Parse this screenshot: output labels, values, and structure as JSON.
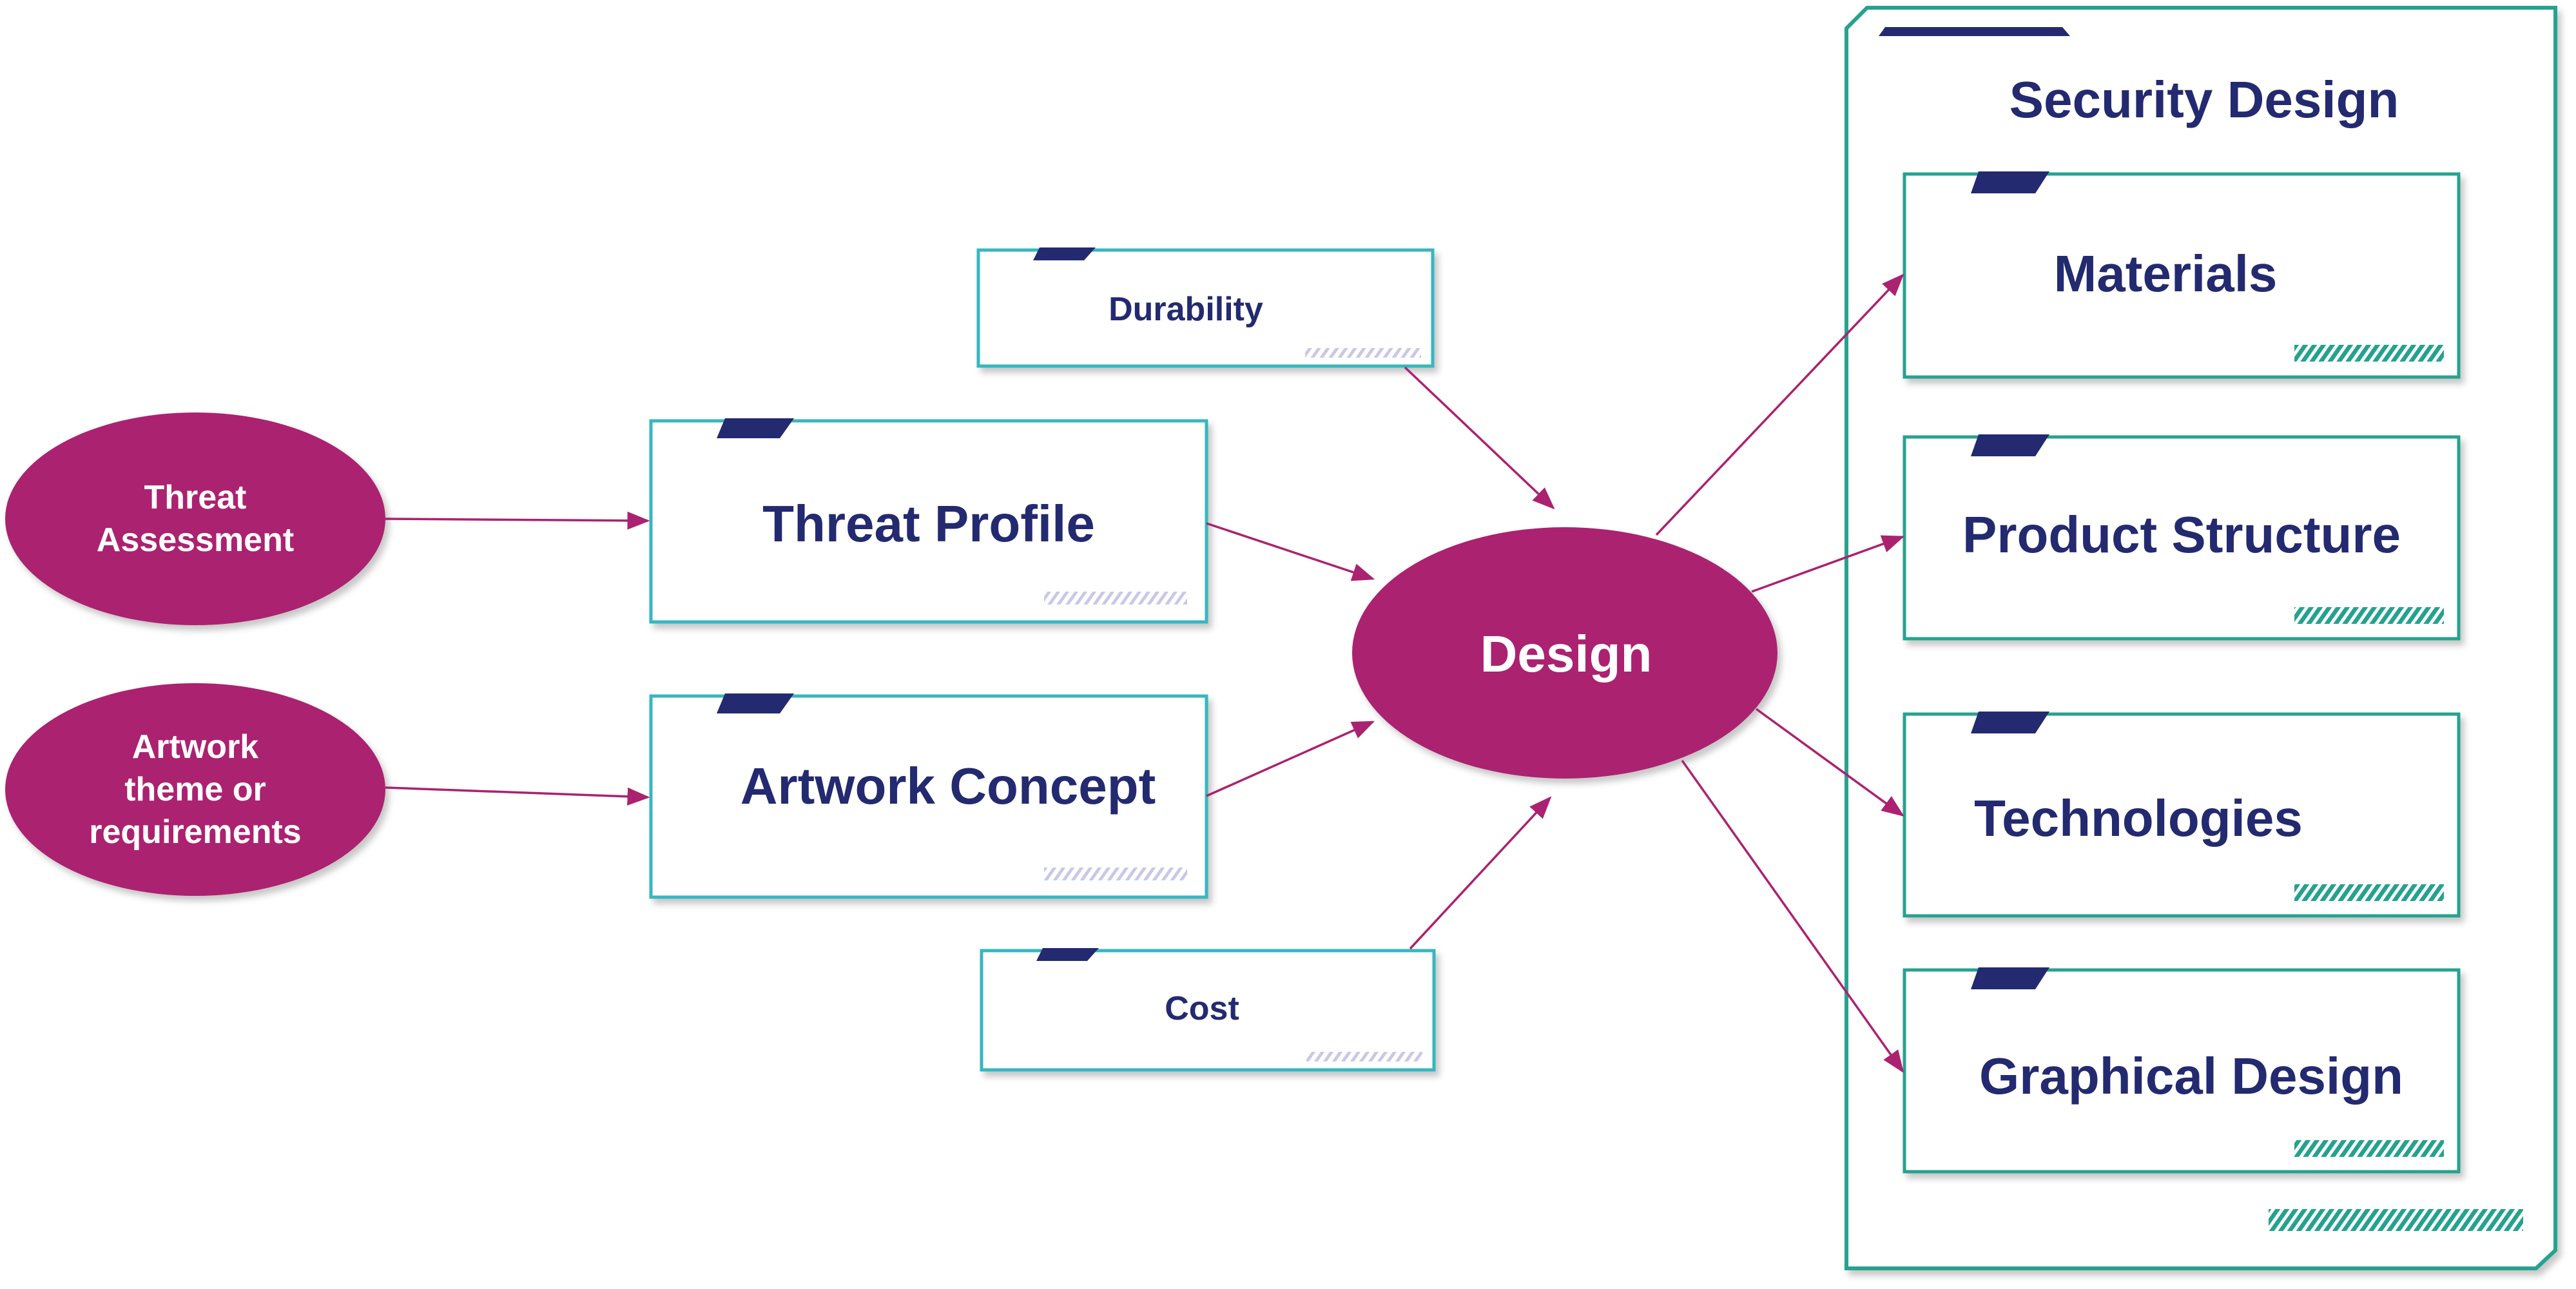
{
  "colors": {
    "ellipse": "#ab2270",
    "arrow": "#ab2270",
    "box_border": "#38b6c0",
    "outer_border": "#25a28f",
    "text": "#232a70",
    "tab": "#232a70"
  },
  "inputs": {
    "threat_assessment": "Threat\nAssessment",
    "artwork_theme": "Artwork\ntheme or\nrequirements"
  },
  "middle": {
    "threat_profile": "Threat Profile",
    "artwork_concept": "Artwork Concept"
  },
  "factors": {
    "durability": "Durability",
    "cost": "Cost"
  },
  "center": {
    "design": "Design"
  },
  "security_design": {
    "title": "Security Design",
    "items": [
      "Materials",
      "Product Structure",
      "Technologies",
      "Graphical Design"
    ]
  }
}
